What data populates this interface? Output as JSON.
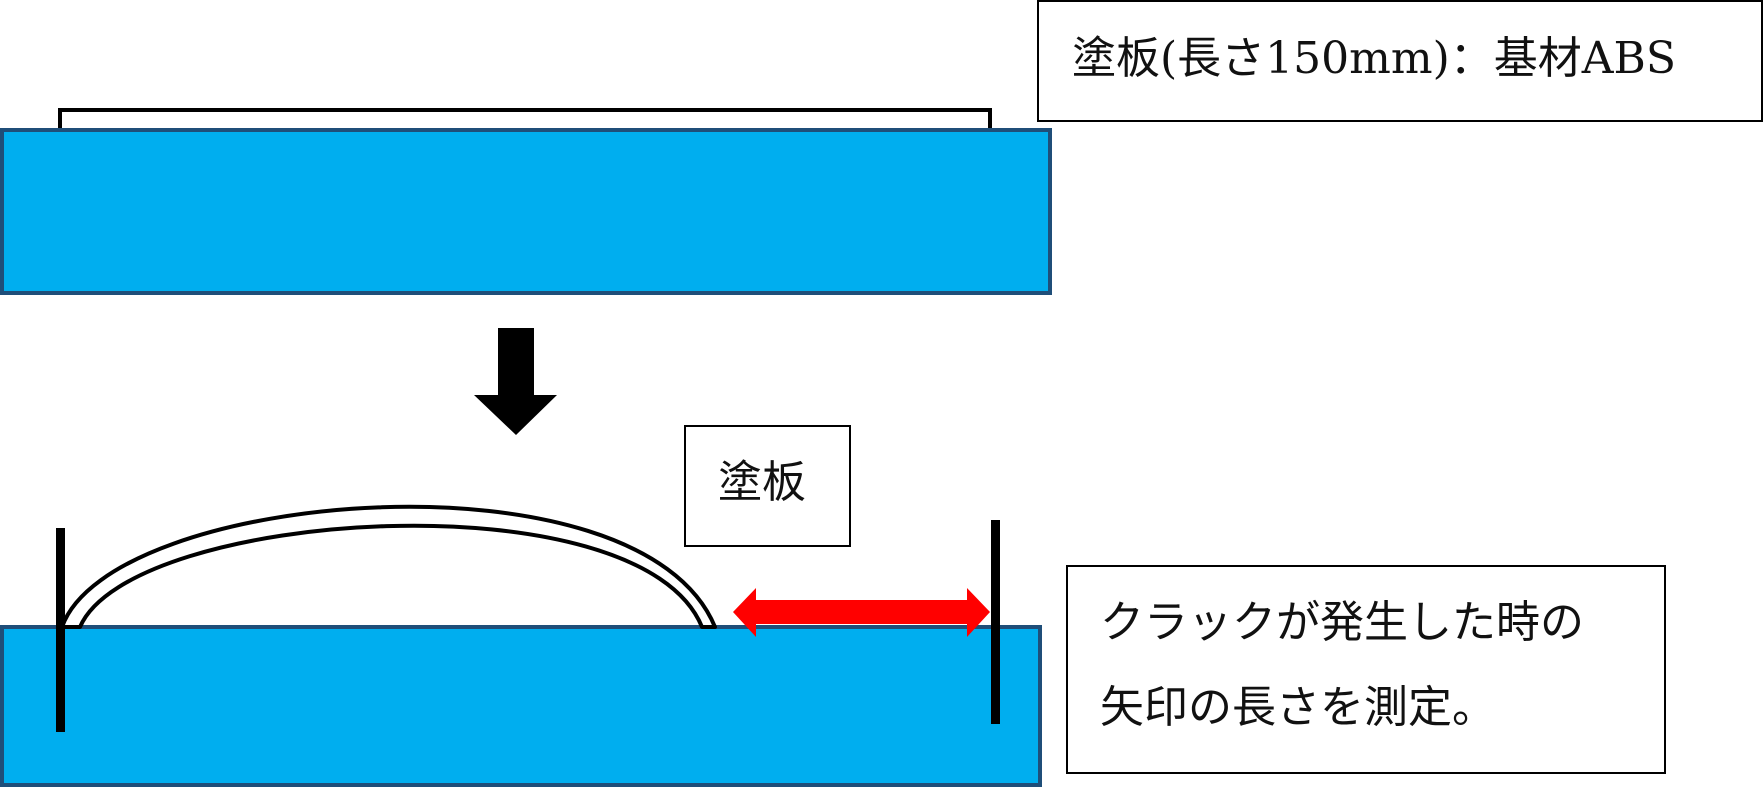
{
  "labels": {
    "plate_spec": "塗板(長さ150mm)：基材ABS",
    "plate": "塗板",
    "measure_line1": "クラックが発生した時の",
    "measure_line2": "矢印の長さを測定。"
  },
  "colors": {
    "base_fill": "#00AEEF",
    "base_stroke": "#1F4E79",
    "arrow_down": "#000000",
    "measure_arrow": "#FF0000",
    "outline": "#000000",
    "plate_fill": "#FFFFFF"
  }
}
